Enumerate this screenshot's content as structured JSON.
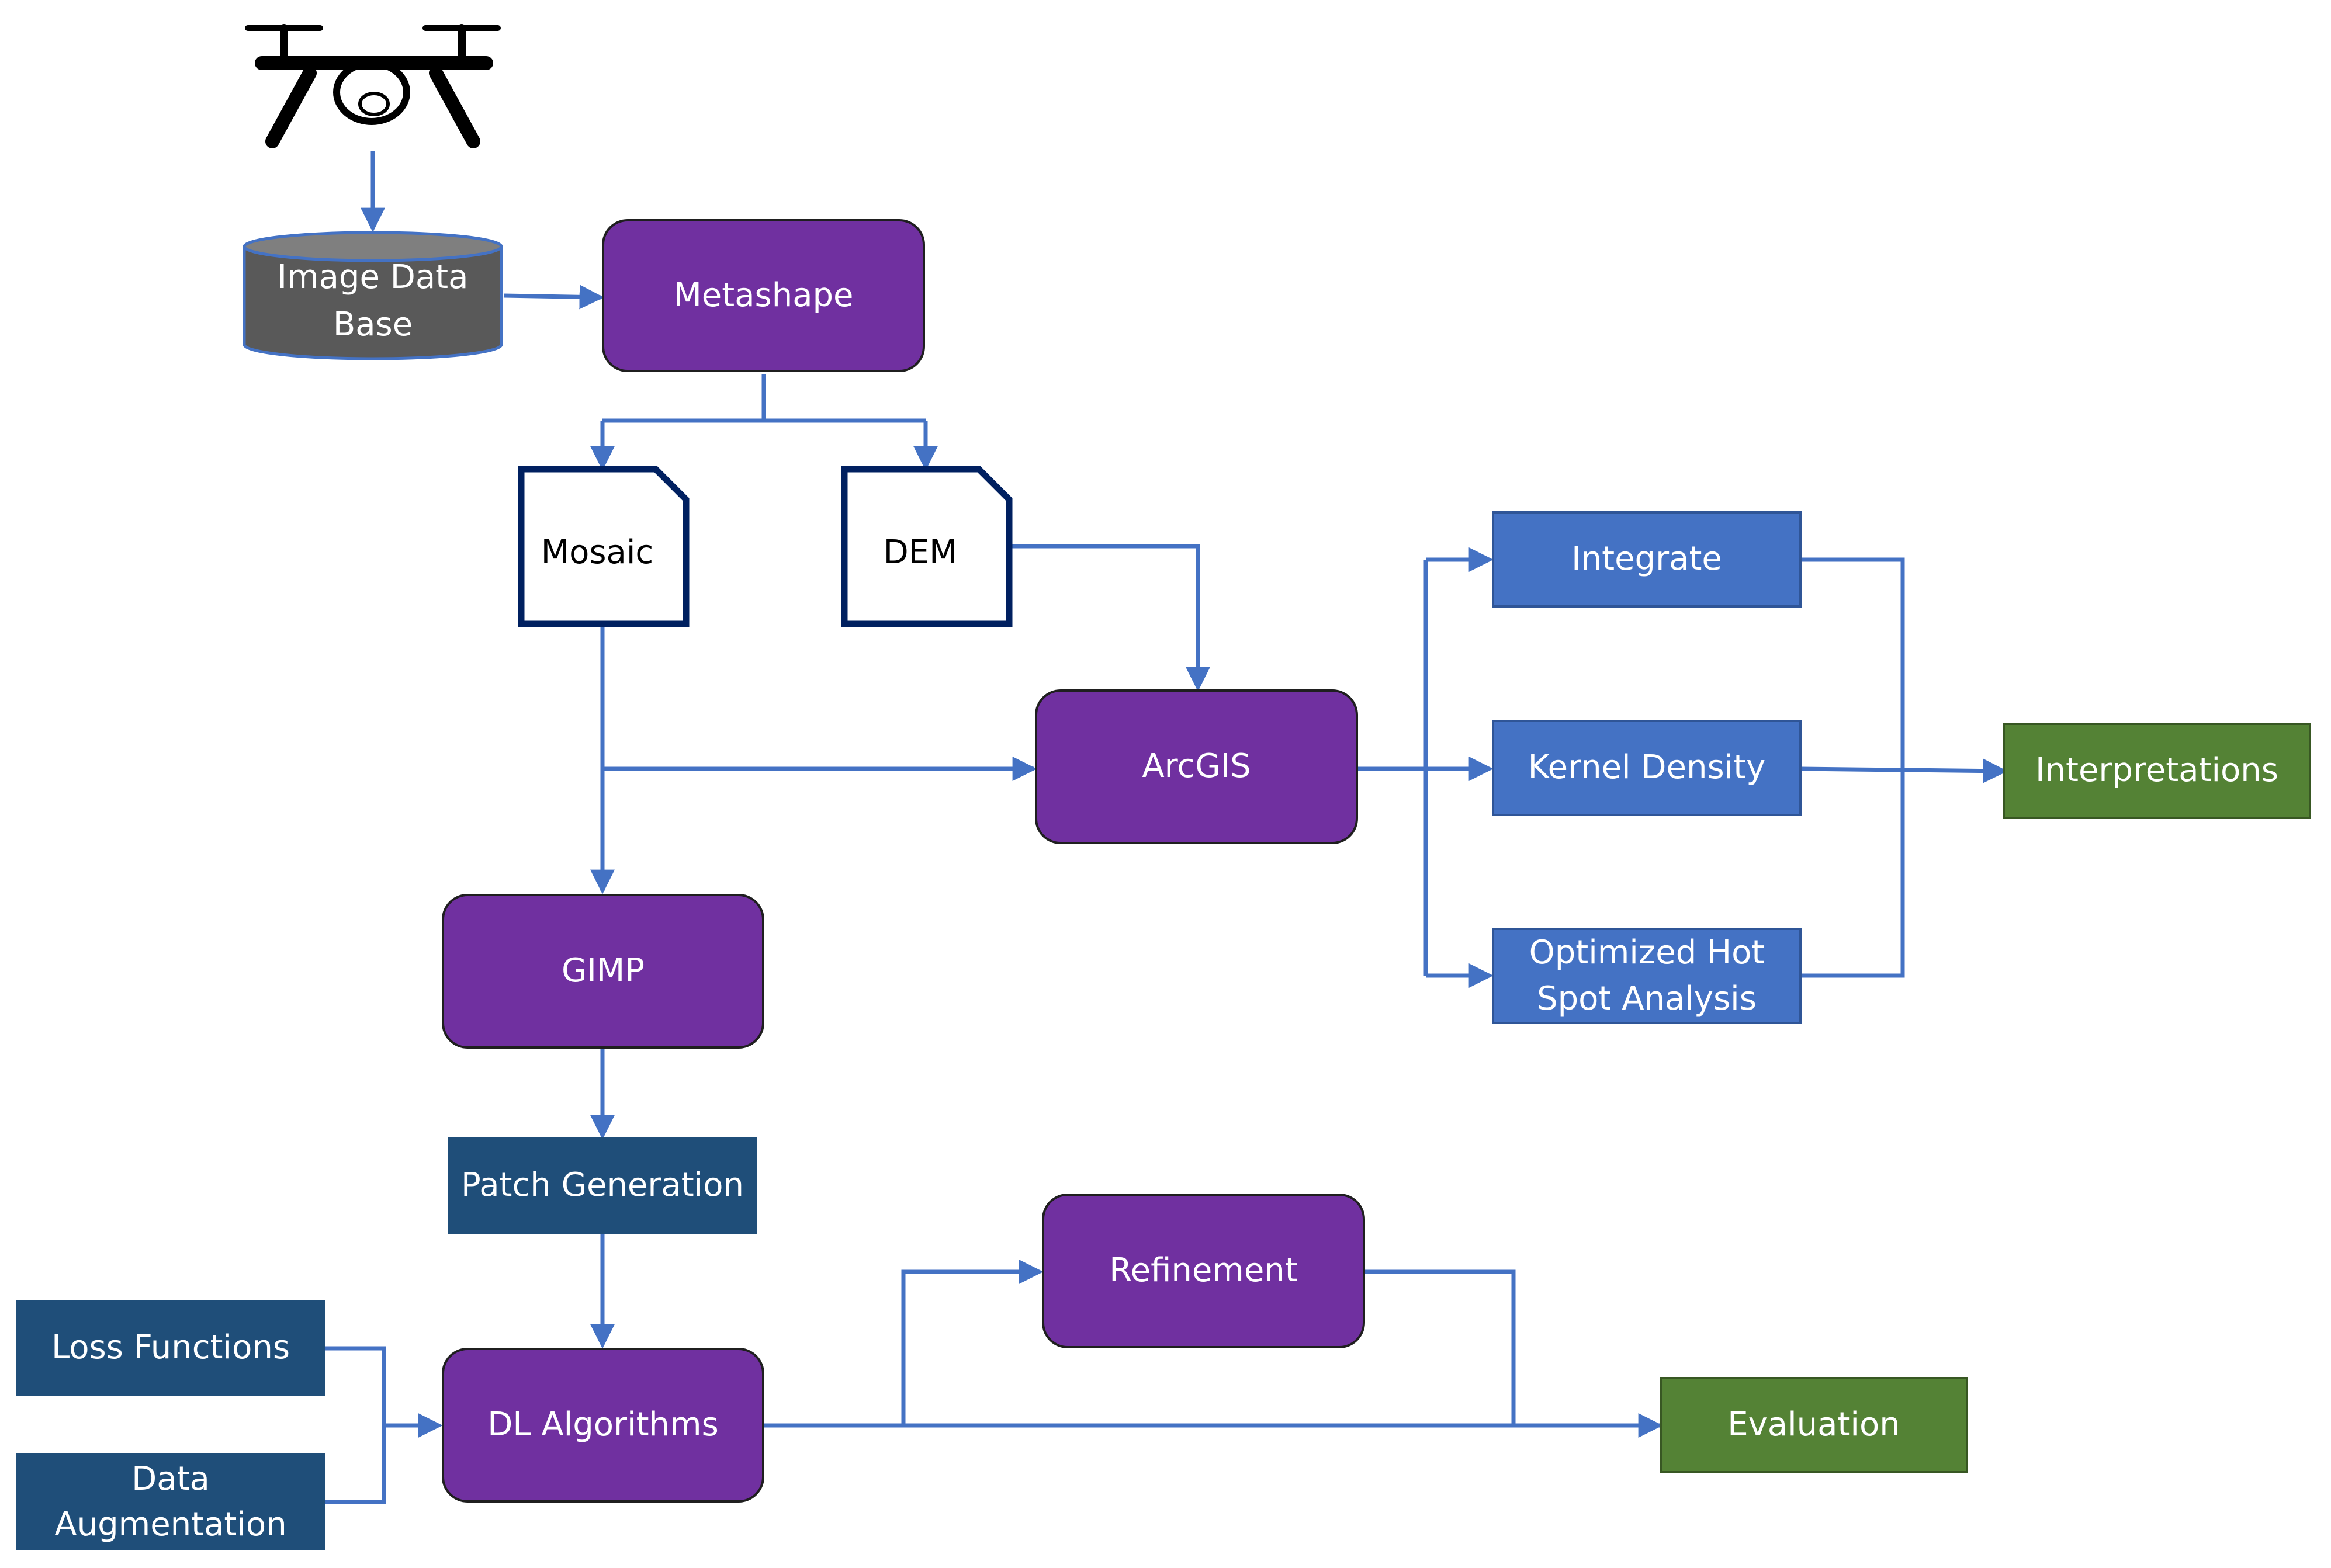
{
  "colors": {
    "process": "#7030a0",
    "analysis": "#4472c4",
    "data_step": "#1f4e79",
    "output": "#548235",
    "connector": "#4472c4",
    "document_border": "#002060",
    "database": "#595959"
  },
  "icons": {
    "source": "drone-icon"
  },
  "nodes": {
    "image_database": "Image Data\nBase",
    "metashape": "Metashape",
    "mosaic": "Mosaic",
    "dem": "DEM",
    "arcgis": "ArcGIS",
    "integrate": "Integrate",
    "kernel_density": "Kernel Density",
    "hotspot": "Optimized Hot\nSpot Analysis",
    "interpretations": "Interpretations",
    "gimp": "GIMP",
    "patch_generation": "Patch Generation",
    "loss_functions": "Loss Functions",
    "data_augmentation": "Data\nAugmentation",
    "dl_algorithms": "DL Algorithms",
    "refinement": "Refinement",
    "evaluation": "Evaluation"
  }
}
